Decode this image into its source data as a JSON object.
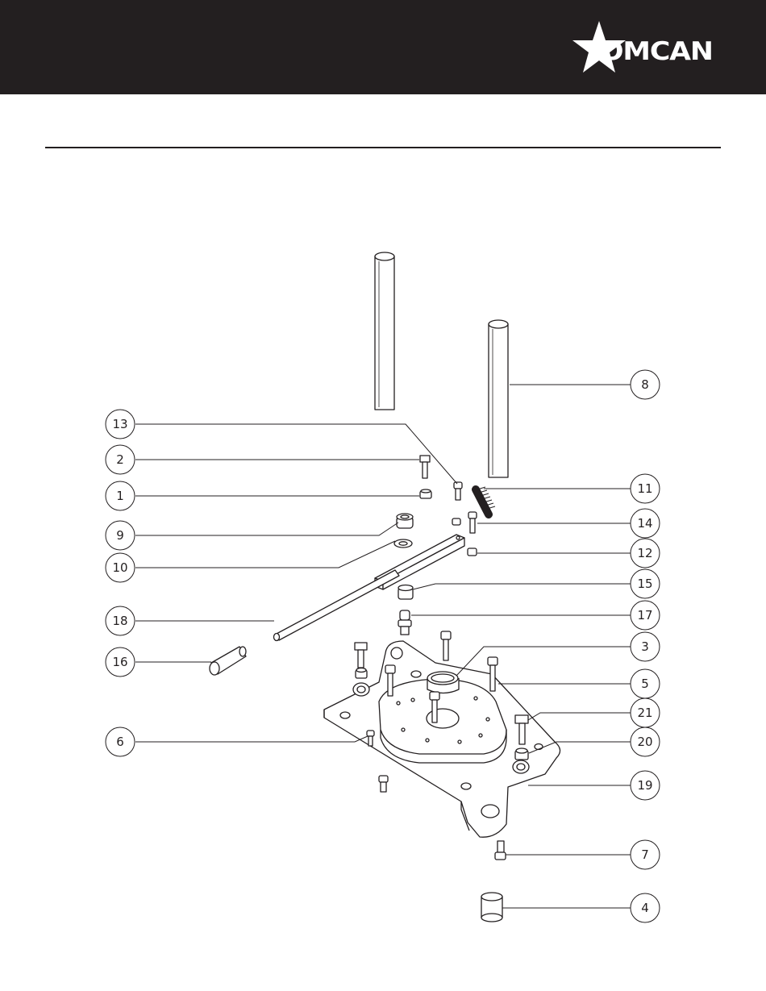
{
  "header": {
    "brand": "OMCAN"
  },
  "callouts_left": [
    "13",
    "2",
    "1",
    "9",
    "10",
    "18",
    "16",
    "6"
  ],
  "callouts_right": [
    "8",
    "11",
    "14",
    "12",
    "15",
    "17",
    "3",
    "5",
    "21",
    "20",
    "19",
    "7",
    "4"
  ],
  "colors": {
    "header_bg": "#231f20",
    "line": "#231f20",
    "part_fill": "#ffffff"
  }
}
